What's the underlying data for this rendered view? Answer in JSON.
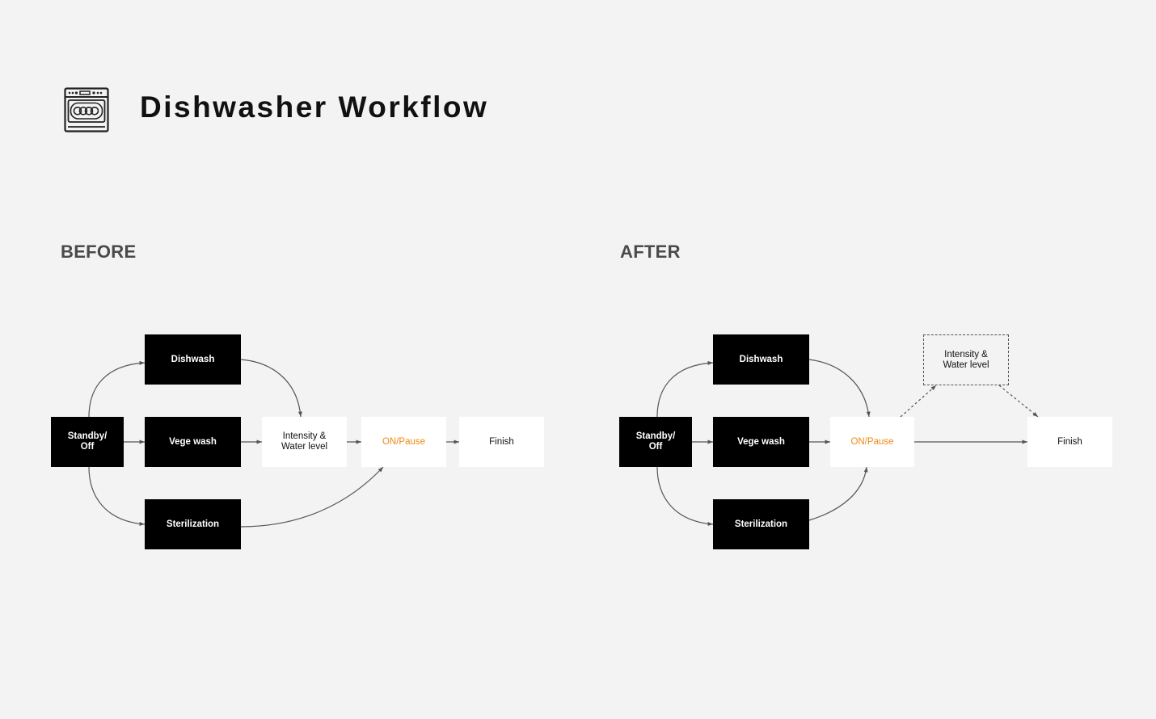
{
  "header": {
    "title": "Dishwasher Workflow",
    "icon": "dishwasher-icon"
  },
  "before": {
    "label": "BEFORE",
    "nodes": {
      "standby": "Standby/\nOff",
      "dishwash": "Dishwash",
      "vege_wash": "Vege wash",
      "sterilization": "Sterilization",
      "intensity": "Intensity &\nWater level",
      "on_pause": "ON/Pause",
      "finish": "Finish"
    }
  },
  "after": {
    "label": "AFTER",
    "nodes": {
      "standby": "Standby/\nOff",
      "dishwash": "Dishwash",
      "vege_wash": "Vege wash",
      "sterilization": "Sterilization",
      "intensity": "Intensity &\nWater level",
      "on_pause": "ON/Pause",
      "finish": "Finish"
    }
  },
  "colors": {
    "background": "#f3f3f3",
    "dark_node": "#000000",
    "light_node": "#ffffff",
    "accent_orange": "#f08a12",
    "edge": "#555555"
  }
}
